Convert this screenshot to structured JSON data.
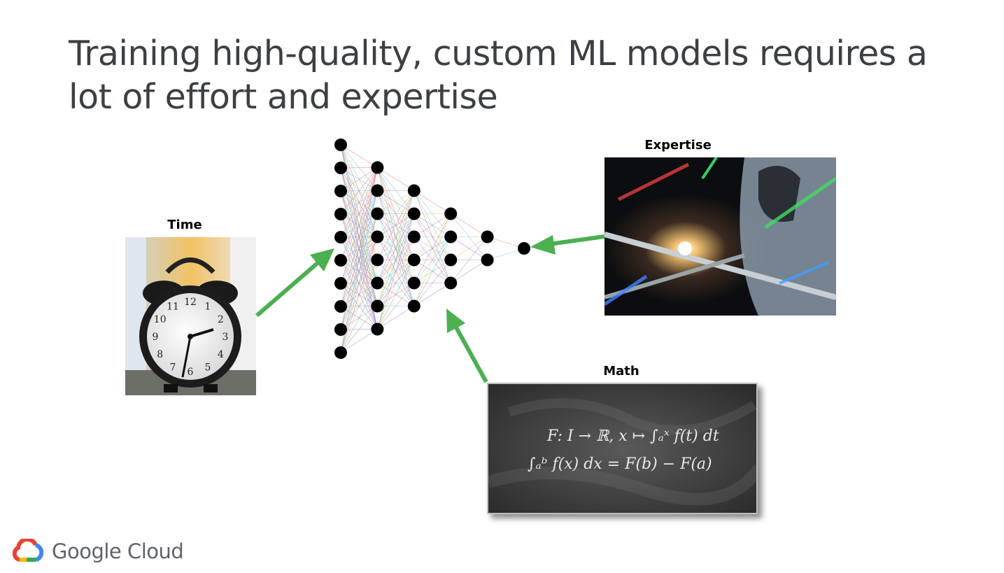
{
  "title": "Training high-quality, custom ML models requires a lot of effort and expertise",
  "labels": {
    "time": "Time",
    "expertise": "Expertise",
    "math": "Math"
  },
  "chalkboard": {
    "line1": "F: I → ℝ,  x ↦ ∫ₐˣ f(t) dt",
    "line2": "∫ₐᵇ f(x) dx =    F(b) − F(a)"
  },
  "clock_numbers": [
    "12",
    "1",
    "2",
    "3",
    "4",
    "5",
    "6",
    "7",
    "8",
    "9",
    "10",
    "11"
  ],
  "network": {
    "layers": [
      10,
      8,
      6,
      4,
      2,
      1
    ]
  },
  "logo": {
    "text": "Google Cloud"
  },
  "colors": {
    "arrow": "#4caf50",
    "text": "#3c4043",
    "node": "#000000"
  }
}
